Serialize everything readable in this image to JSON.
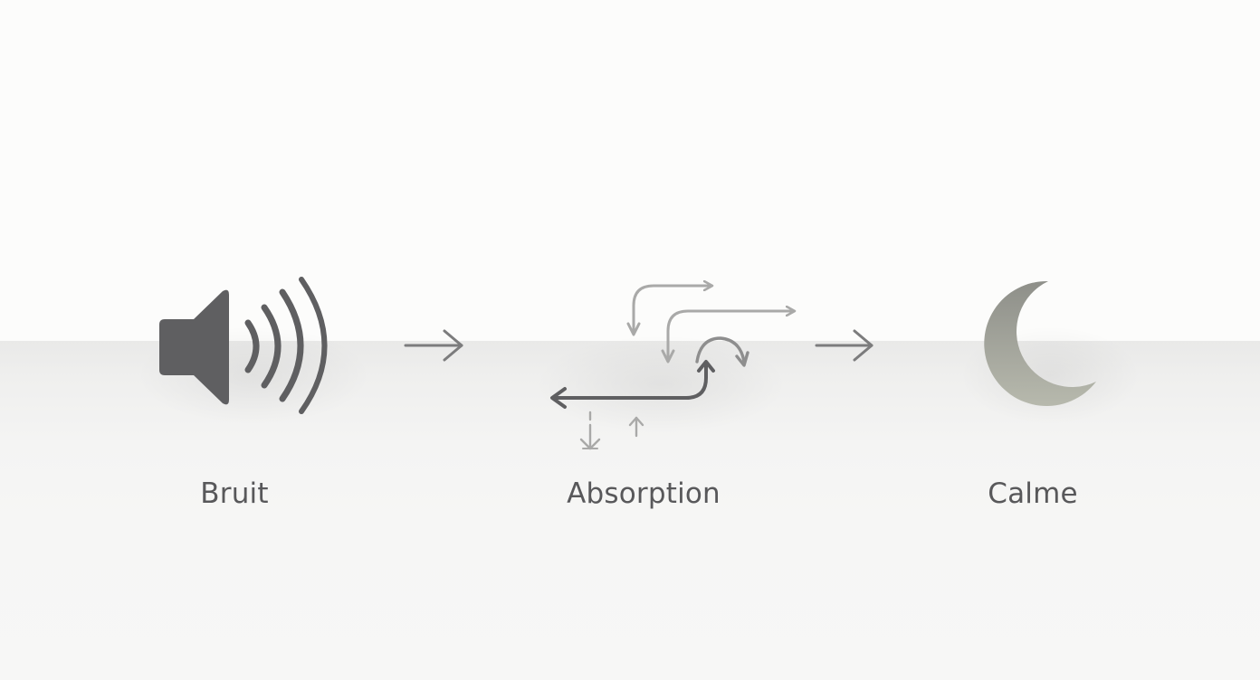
{
  "steps": [
    {
      "label": "Bruit",
      "icon": "speaker-icon"
    },
    {
      "label": "Absorption",
      "icon": "absorption-arrows-icon"
    },
    {
      "label": "Calme",
      "icon": "crescent-moon-icon"
    }
  ],
  "connectors": [
    "arrow-right-icon",
    "arrow-right-icon"
  ],
  "colors": {
    "icon_dark": "#5f5f61",
    "icon_light": "#a9a9a8",
    "moon": "#a8aaa0",
    "label": "#58585a"
  }
}
